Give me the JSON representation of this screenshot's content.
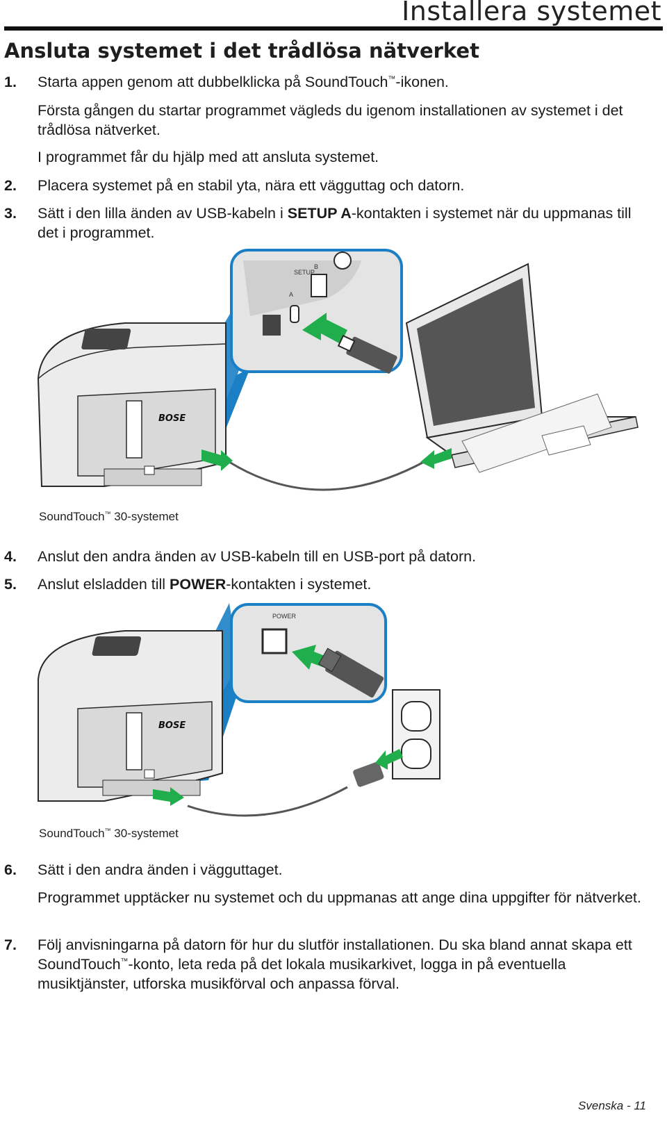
{
  "header": {
    "title": "Installera systemet"
  },
  "section_heading": "Ansluta systemet i det trådlösa nätverket",
  "steps": {
    "s1": {
      "num": "1.",
      "text_a": "Starta appen genom att dubbelklicka på SoundTouch",
      "tm": "™",
      "text_b": "-ikonen."
    },
    "s1_para1": "Första gången du startar programmet vägleds du igenom installationen av systemet i det trådlösa nätverket.",
    "s1_para2": "I programmet får du hjälp med att ansluta systemet.",
    "s2": {
      "num": "2.",
      "text": "Placera systemet på en stabil yta, nära ett vägguttag och datorn."
    },
    "s3": {
      "num": "3.",
      "text_a": "Sätt i den lilla änden av USB-kabeln i ",
      "bold": "SETUP A",
      "text_b": "-kontakten i systemet när du uppmanas till det i programmet."
    },
    "s4": {
      "num": "4.",
      "text": "Anslut den andra änden av USB-kabeln till en USB-port på datorn."
    },
    "s5": {
      "num": "5.",
      "text_a": "Anslut elsladden till ",
      "bold": "POWER",
      "text_b": "-kontakten i systemet."
    },
    "s6": {
      "num": "6.",
      "text": "Sätt i den andra änden i vägguttaget."
    },
    "s6_para": "Programmet upptäcker nu systemet och du uppmanas att ange dina uppgifter för nätverket.",
    "s7": {
      "num": "7.",
      "text_a": "Följ anvisningarna på datorn för hur du slutför installationen. Du ska bland annat skapa ett SoundTouch",
      "tm": "™",
      "text_b": "-konto, leta reda på det lokala musikarkivet, logga in på eventuella musiktjänster, utforska musikförval och anpassa förval."
    }
  },
  "figure1": {
    "caption_a": "SoundTouch",
    "caption_tm": "™",
    "caption_b": " 30-systemet",
    "brand": "BOSE",
    "port_label_setup": "SETUP",
    "port_label_a": "A",
    "port_label_b": "B"
  },
  "figure2": {
    "caption_a": "SoundTouch",
    "caption_tm": "™",
    "caption_b": " 30-systemet",
    "brand": "BOSE",
    "port_label_power": "POWER"
  },
  "footer": {
    "text": "Svenska - 11"
  },
  "colors": {
    "green": "#1fae4b",
    "blue": "#1a7fc4",
    "device": "#e8e8e8",
    "outline": "#2a2a2a"
  }
}
